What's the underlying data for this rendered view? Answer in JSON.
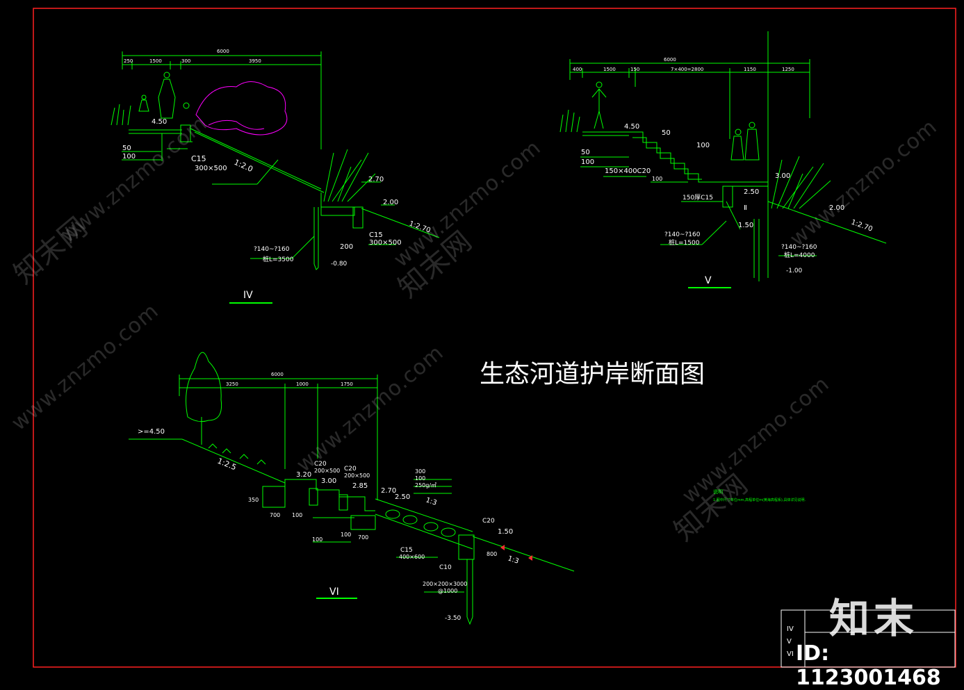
{
  "drawing": {
    "main_title": "生态河道护岸断面图",
    "colors": {
      "background": "#000000",
      "frame": "#ff2020",
      "line": "#00ff00",
      "plant": "#ff00ff",
      "text": "#ffffff",
      "accent": "#ff3030"
    }
  },
  "section_iv": {
    "label": "IV",
    "dim_total": "6000",
    "dims": [
      "250",
      "1500",
      "300",
      "3950"
    ],
    "elev_top": "4.50",
    "elev_mid": "2.70",
    "elev_low": "2.00",
    "elev_pile": "-0.80",
    "slope_main": "1:2.0",
    "slope_low": "1:2.70",
    "notes": [
      "50",
      "100",
      "C15",
      "300×500",
      "C15",
      "300×500",
      "200",
      "?140~?160",
      "桩L=3500"
    ]
  },
  "section_v": {
    "label": "V",
    "dim_total": "6000",
    "dims": [
      "400",
      "1500",
      "150",
      "7×400=2800",
      "1150",
      "1250"
    ],
    "elev_top": "4.50",
    "elev_a": "2.50",
    "elev_b": "3.00",
    "elev_c": "2.00",
    "elev_d": "1.50",
    "elev_pile": "-1.00",
    "slope_low": "1:2.70",
    "notes": [
      "50",
      "50",
      "100",
      "100",
      "150×400C20",
      "100",
      "150厚C15",
      "?140~?160",
      "桩L=1500",
      "?140~?160",
      "桩L=4000",
      "Ⅱ"
    ]
  },
  "section_vi": {
    "label": "VI",
    "dim_total": "6000",
    "dims": [
      "3250",
      "1000",
      "1750"
    ],
    "elev_top": ">=4.50",
    "elev_a": "3.20",
    "elev_b": "3.00",
    "elev_c": "2.85",
    "elev_d": "2.70",
    "elev_e": "2.50",
    "elev_f": "1.50",
    "elev_pile": "-3.50",
    "slope_a": "1:2.5",
    "slope_b": "1:3",
    "slope_c": "1:3",
    "notes": [
      "C20",
      "200×500",
      "C20",
      "200×500",
      "300",
      "100",
      "250g/㎡",
      "C15",
      "400×600",
      "C20",
      "C10",
      "200×200×3000",
      "@1000",
      "700",
      "700",
      "100",
      "100",
      "100",
      "350",
      "800"
    ]
  },
  "note_block": {
    "heading": "说明",
    "line": "1.图中尺寸单位mm,高程单位m(黄海高程系),具体详见说明."
  },
  "title_block": {
    "rows": [
      "IV",
      "V",
      "VI"
    ]
  },
  "watermark": {
    "text": "www.znzmo.com",
    "site_cn": "知末网",
    "brand": "知末",
    "id_label": "ID: 1123001468"
  }
}
